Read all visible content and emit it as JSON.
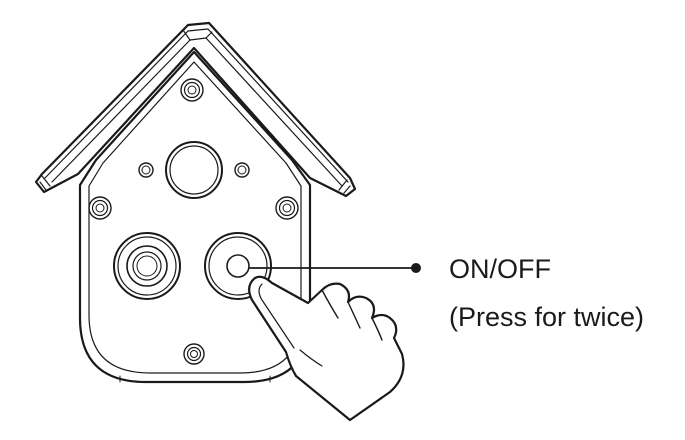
{
  "callout": {
    "label": "ON/OFF",
    "note": "(Press for twice)"
  },
  "colors": {
    "line": "#1a1a1a",
    "background": "#ffffff"
  },
  "icons": {
    "device": "birdhouse-camera-housing",
    "gesture": "pointing-hand-icon"
  }
}
